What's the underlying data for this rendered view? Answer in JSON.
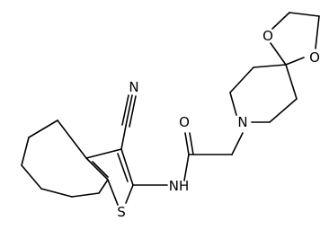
{
  "molecule": {
    "atoms": {
      "nitrile_n": "N",
      "amide_o": "O",
      "amide_nh": "NH",
      "thiophene_s": "S",
      "piperidine_n": "N",
      "dioxolane_o1": "O",
      "dioxolane_o2": "O"
    }
  },
  "colors": {
    "bond": "#000000",
    "label": "#000000",
    "background": "#ffffff"
  }
}
